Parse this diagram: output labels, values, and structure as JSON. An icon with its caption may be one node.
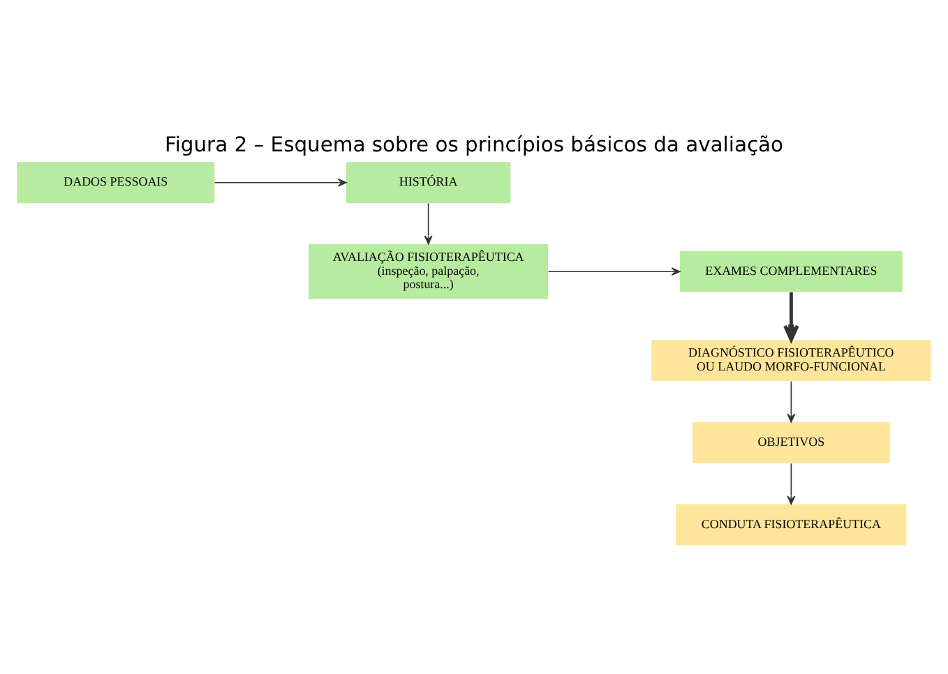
{
  "diagram": {
    "title": "Figura 2 – Esquema sobre os princípios básicos da avaliação",
    "nodes": [
      {
        "text": [
          "DADOS PESSOAIS"
        ]
      },
      {
        "text": [
          "HISTÓRIA"
        ]
      },
      {
        "text": [
          "AVALIAÇÃO FISIOTERAPÊUTICA (inspeção, palpação, postura...)"
        ]
      },
      {
        "text": [
          "EXAMES COMPLEMENTARES"
        ]
      },
      {
        "text": [
          "DIAGNÓSTICO FISIOTERAPÊUTICO OU LAUDO MORFO-FUNCIONAL"
        ]
      },
      {
        "text": [
          "OBJETIVOS"
        ]
      },
      {
        "text": [
          "CONDUTA FISIOTERAPÊUTICA"
        ]
      }
    ],
    "edges": [
      {
        "from": 0,
        "to": 1,
        "arrow": "to"
      },
      {
        "from": 1,
        "to": 2,
        "arrow": "to"
      },
      {
        "from": 2,
        "to": 3,
        "arrow": "to"
      },
      {
        "from": 3,
        "to": 4,
        "arrow": "to",
        "style": "thick"
      },
      {
        "from": 4,
        "to": 5,
        "arrow": "to"
      },
      {
        "from": 5,
        "to": 6,
        "arrow": "to"
      }
    ]
  }
}
